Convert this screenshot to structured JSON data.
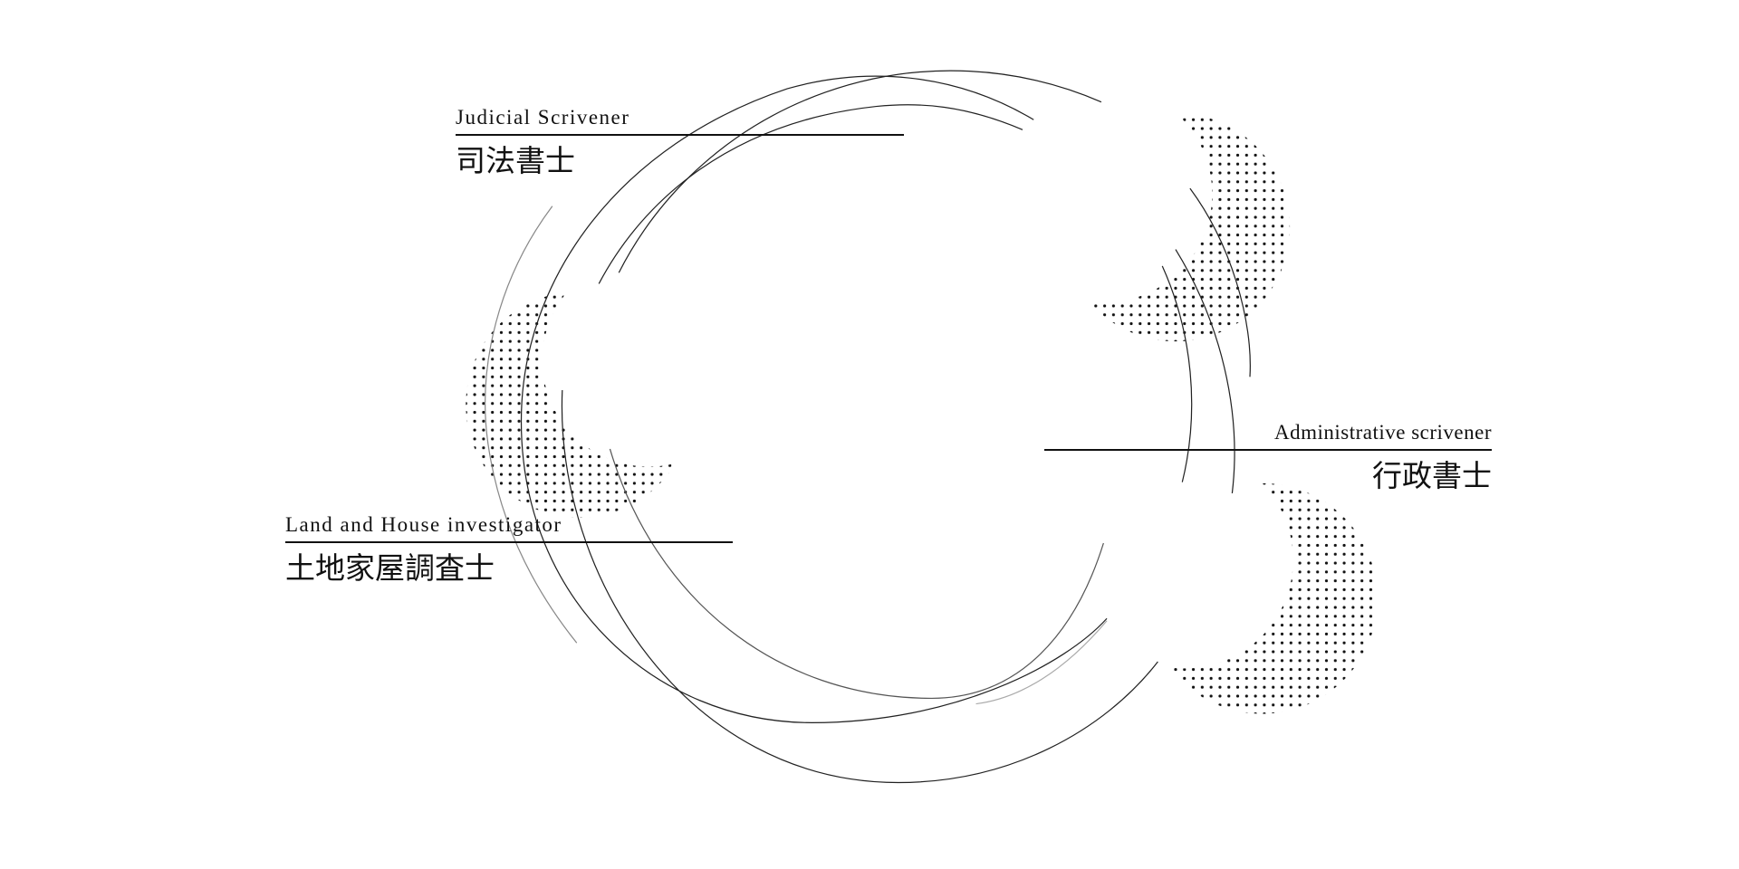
{
  "labels": {
    "judicial": {
      "en": "Judicial Scrivener",
      "ja": "司法書士"
    },
    "land": {
      "en": "Land and House investigator",
      "ja": "土地家屋調査士"
    },
    "admin": {
      "en": "Administrative scrivener",
      "ja": "行政書士"
    }
  },
  "colors": {
    "line": "#222222",
    "dot": "#111111",
    "background": "#ffffff"
  }
}
